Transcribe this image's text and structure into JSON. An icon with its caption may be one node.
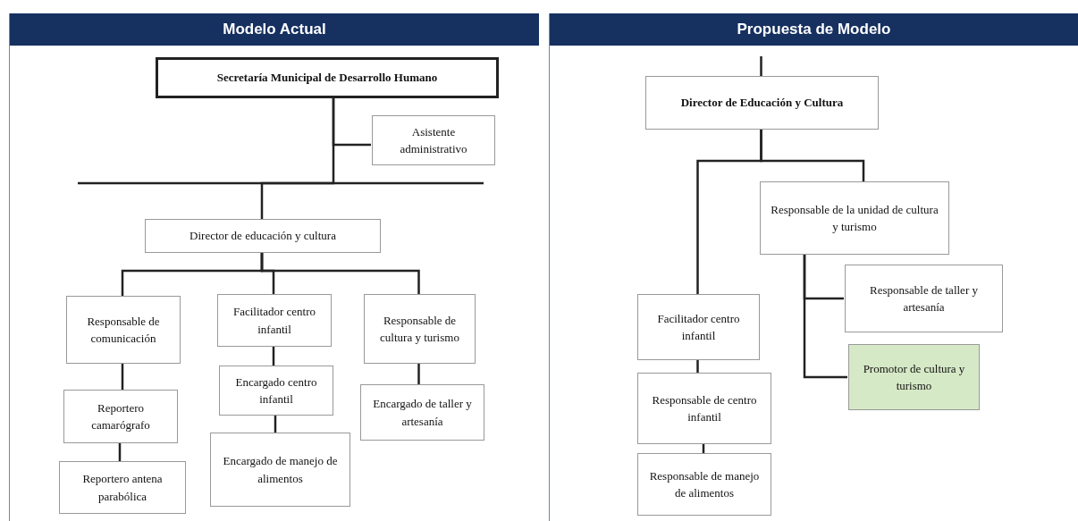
{
  "diagram": {
    "nodes": [
      {
        "text": [
          "Modelo Actual"
        ]
      },
      {
        "text": [
          "Propuesta de Modelo"
        ]
      },
      {
        "text": [
          "Secretaría Municipal de Desarrollo Humano"
        ],
        "in": 0
      },
      {
        "text": [
          "Asistente administrativo"
        ],
        "in": 0
      },
      {
        "text": [
          "Director de educación y cultura"
        ],
        "in": 0
      },
      {
        "text": [
          "Responsable de comunicación"
        ],
        "in": 0
      },
      {
        "text": [
          "Reportero camarógrafo"
        ],
        "in": 0
      },
      {
        "text": [
          "Reportero antena parabólica"
        ],
        "in": 0
      },
      {
        "text": [
          "Facilitador centro infantil"
        ],
        "in": 0
      },
      {
        "text": [
          "Encargado centro infantil"
        ],
        "in": 0
      },
      {
        "text": [
          "Encargado de manejo de alimentos"
        ],
        "in": 0
      },
      {
        "text": [
          "Responsable de cultura y turismo"
        ],
        "in": 0
      },
      {
        "text": [
          "Encargado de taller y artesanía"
        ],
        "in": 0
      },
      {
        "text": [
          "Director de Educación y Cultura"
        ],
        "in": 1
      },
      {
        "text": [
          "Responsable de la unidad de cultura y turismo"
        ],
        "in": 1
      },
      {
        "text": [
          "Facilitador centro infantil"
        ],
        "in": 1
      },
      {
        "text": [
          "Responsable de centro infantil"
        ],
        "in": 1
      },
      {
        "text": [
          "Responsable de manejo de alimentos"
        ],
        "in": 1
      },
      {
        "text": [
          "Responsable de taller y artesanía"
        ],
        "in": 1
      },
      {
        "text": [
          "Promotor de cultura y turismo"
        ],
        "in": 1
      }
    ],
    "edges": [
      {
        "from": 2,
        "to": 3,
        "arrow": "none"
      },
      {
        "from": 2,
        "to": 4,
        "arrow": "none"
      },
      {
        "from": 4,
        "to": 5,
        "arrow": "none"
      },
      {
        "from": 4,
        "to": 8,
        "arrow": "none"
      },
      {
        "from": 4,
        "to": 11,
        "arrow": "none"
      },
      {
        "from": 5,
        "to": 6,
        "arrow": "none"
      },
      {
        "from": 6,
        "to": 7,
        "arrow": "none"
      },
      {
        "from": 8,
        "to": 9,
        "arrow": "none"
      },
      {
        "from": 9,
        "to": 10,
        "arrow": "none"
      },
      {
        "from": 11,
        "to": 12,
        "arrow": "none"
      },
      {
        "from": null,
        "to": 13,
        "arrow": "none"
      },
      {
        "from": 13,
        "to": 15,
        "arrow": "none"
      },
      {
        "from": 13,
        "to": 14,
        "arrow": "none"
      },
      {
        "from": 14,
        "to": 18,
        "arrow": "none"
      },
      {
        "from": 14,
        "to": 19,
        "arrow": "none"
      },
      {
        "from": 15,
        "to": 16,
        "arrow": "none"
      },
      {
        "from": 16,
        "to": 17,
        "arrow": "none"
      }
    ]
  }
}
